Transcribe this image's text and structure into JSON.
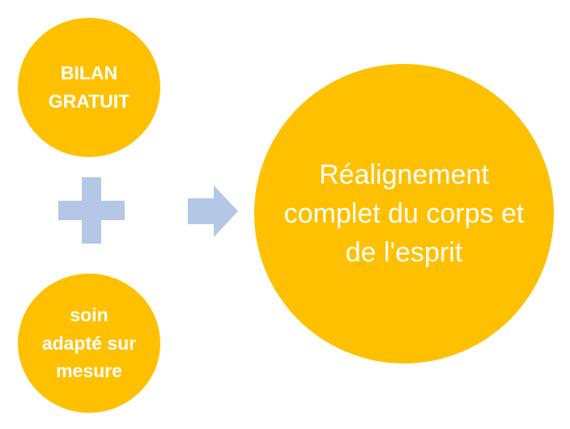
{
  "colors": {
    "circle_fill": "#FFC000",
    "connector_fill": "#B4C7E7",
    "text": "#FFFFFF"
  },
  "diagram": {
    "input_top": {
      "text": "BILAN\nGRATUIT"
    },
    "input_bottom": {
      "text": "soin\nadapté sur\nmesure"
    },
    "combiner": {
      "icon": "plus-icon"
    },
    "connector": {
      "icon": "arrow-right-icon"
    },
    "result": {
      "text": "Réalignement\ncomplet du corps et\nde l'esprit"
    }
  }
}
